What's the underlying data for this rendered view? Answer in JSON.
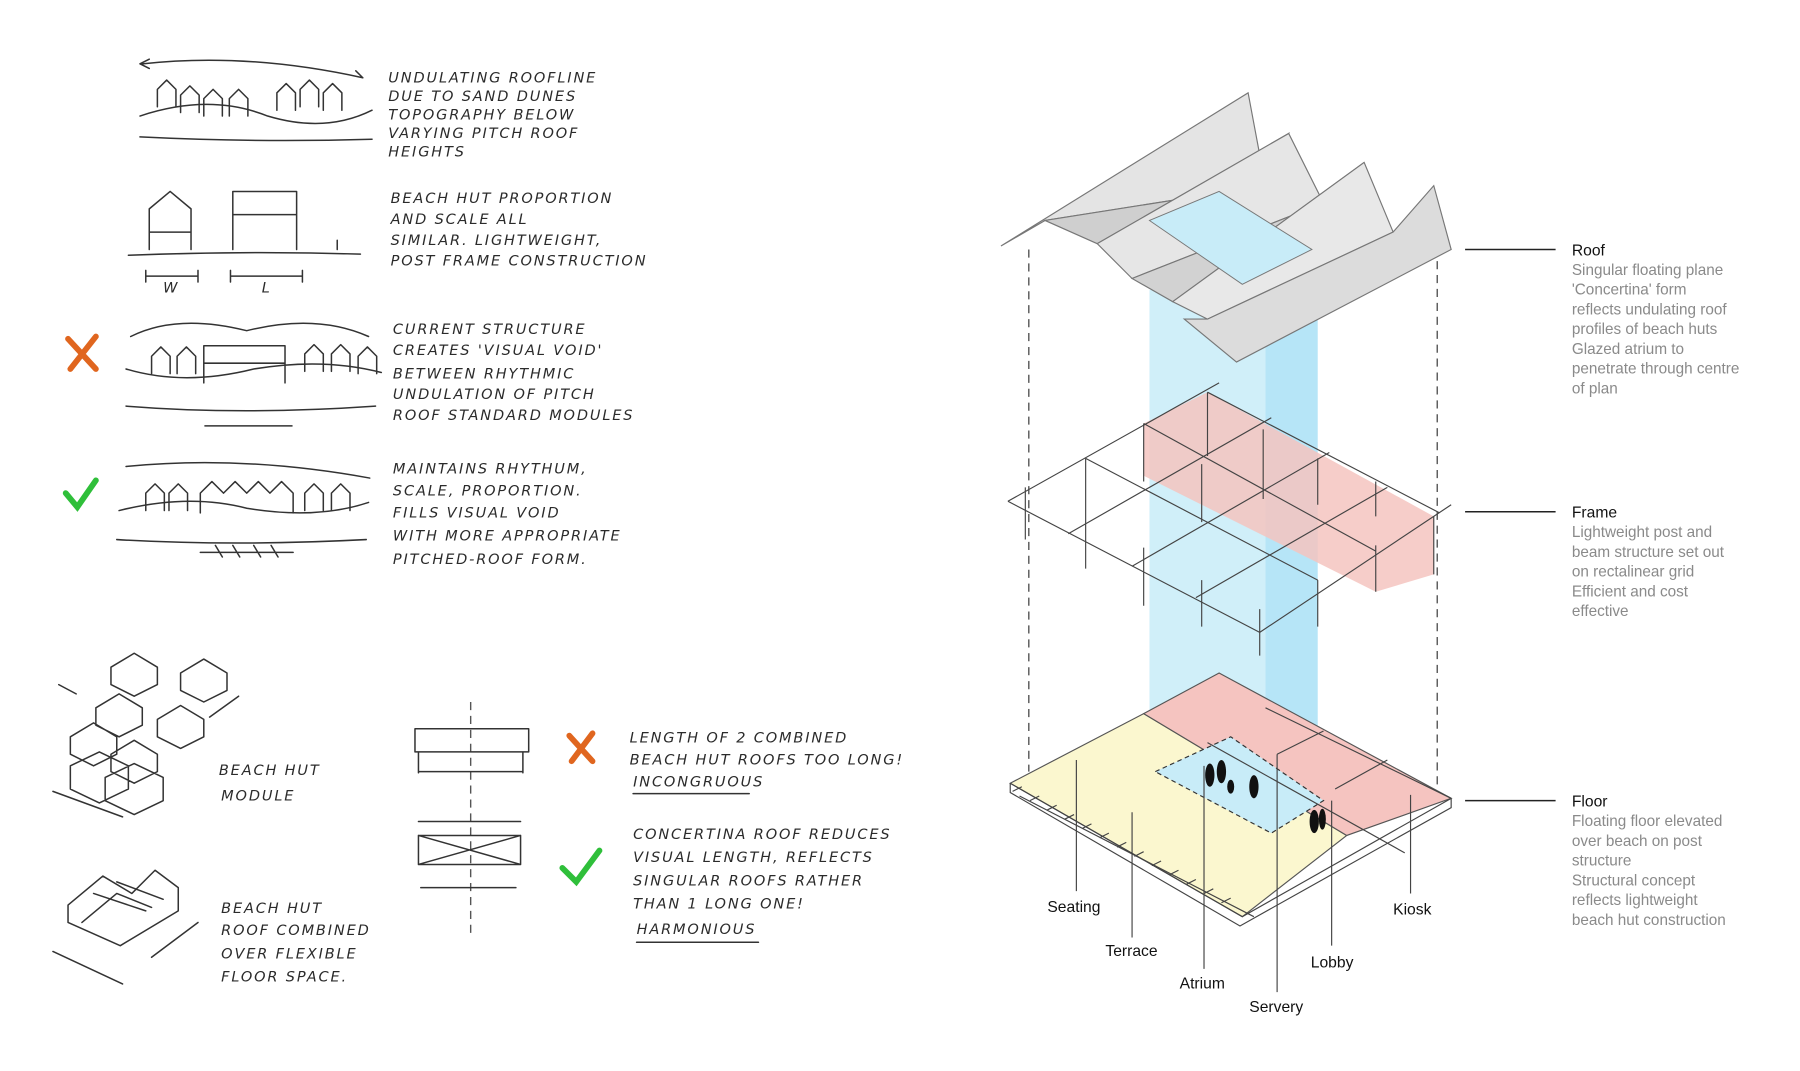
{
  "sketch_notes": [
    {
      "lines": [
        "UNDULATING ROOFLINE",
        "DUE TO SAND DUNES",
        "TOPOGRAPHY BELOW",
        "VARYING PITCH ROOF",
        "HEIGHTS"
      ]
    },
    {
      "lines": [
        "BEACH HUT PROPORTION",
        "AND SCALE ALL",
        "SIMILAR. LIGHTWEIGHT,",
        "POST FRAME CONSTRUCTION"
      ]
    },
    {
      "lines": [
        "CURRENT STRUCTURE",
        "CREATES 'VISUAL VOID'",
        "BETWEEN RHYTHMIC",
        "UNDULATION OF PITCH",
        "ROOF STANDARD MODULES"
      ],
      "mark": "cross"
    },
    {
      "lines": [
        "MAINTAINS RHYTHUM,",
        "SCALE, PROPORTION.",
        "FILLS VISUAL VOID",
        "WITH MORE APPROPRIATE",
        "PITCHED-ROOF FORM."
      ],
      "mark": "check"
    }
  ],
  "sketch_dims": {
    "w": "W",
    "l": "L"
  },
  "module_notes": {
    "module": [
      "BEACH HUT",
      "MODULE"
    ],
    "combined": [
      "BEACH HUT",
      "ROOF COMBINED",
      "OVER FLEXIBLE",
      "FLOOR SPACE."
    ],
    "too_long": [
      "LENGTH OF 2 COMBINED",
      "BEACH HUT ROOFS TOO LONG!",
      "INCONGRUOUS"
    ],
    "concertina": [
      "CONCERTINA ROOF REDUCES",
      "VISUAL LENGTH, REFLECTS",
      "SINGULAR ROOFS RATHER",
      "THAN 1 LONG ONE!",
      "HARMONIOUS"
    ]
  },
  "layers": [
    {
      "title": "Roof",
      "lines": [
        "Singular floating plane",
        "'Concertina' form",
        "reflects undulating roof",
        "profiles of beach huts",
        "Glazed atrium to",
        "penetrate through centre",
        "of plan"
      ]
    },
    {
      "title": "Frame",
      "lines": [
        "Lightweight post and",
        "beam structure set out",
        "on rectalinear grid",
        "Efficient and cost",
        "effective"
      ]
    },
    {
      "title": "Floor",
      "lines": [
        "Floating floor elevated",
        "over beach on post",
        "structure",
        "Structural concept",
        "reflects lightweight",
        "beach hut construction"
      ]
    }
  ],
  "floor_labels": [
    "Seating",
    "Terrace",
    "Atrium",
    "Servery",
    "Lobby",
    "Kiosk"
  ],
  "colors": {
    "atrium": "#c8ecf8",
    "pink": "#f5c4c0",
    "yellow": "#fbf7cf",
    "roof": "#d9d9d9",
    "cross": "#e0661f",
    "check": "#2fbf3a"
  }
}
